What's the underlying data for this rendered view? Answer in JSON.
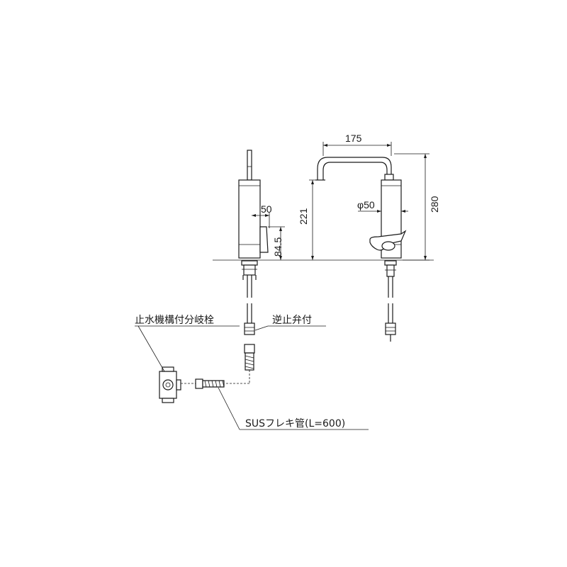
{
  "dimensions": {
    "spout_reach": "175",
    "height_spout": "221",
    "height_total": "280",
    "body_diameter": "φ50",
    "lever_offset": "50",
    "lever_height": "84.5"
  },
  "labels": {
    "stop_valve": "止水機構付分岐栓",
    "check_valve": "逆止弁付",
    "flex_hose": "SUSフレキ管(L=600)"
  }
}
